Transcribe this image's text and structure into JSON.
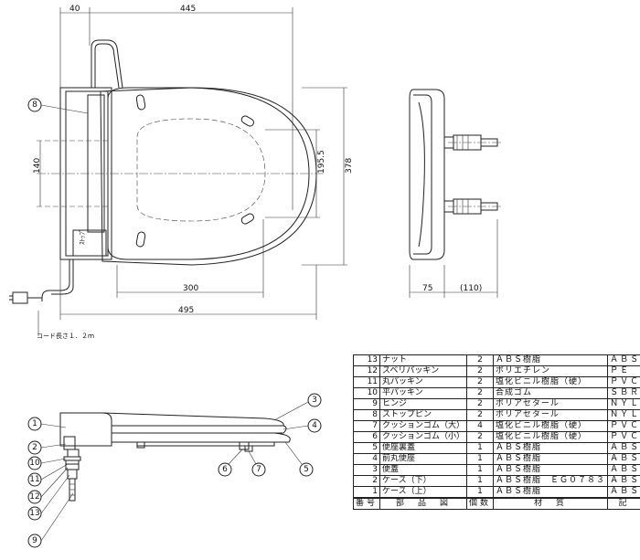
{
  "dimensions": {
    "d40": "40",
    "d445": "445",
    "d140": "140",
    "d195_5": "195.5",
    "d378": "378",
    "d300": "300",
    "d495": "495",
    "d75": "75",
    "d110": "(110)",
    "cord": "コード長さ１．２ｍ"
  },
  "callouts": {
    "c1": "1",
    "c2": "2",
    "c3": "3",
    "c4": "4",
    "c5": "5",
    "c6": "6",
    "c7": "7",
    "c8_top": "8",
    "c9": "9",
    "c10": "10",
    "c11": "11",
    "c12": "12",
    "c13": "13"
  },
  "panel_label": "ｽﾄｯﾌﾟ",
  "parts_table": {
    "rows": [
      {
        "no": "13",
        "name": "ナット",
        "qty": "2",
        "material": "ＡＢＳ樹脂",
        "code": "ＡＢＳ"
      },
      {
        "no": "12",
        "name": "スベリパッキン",
        "qty": "2",
        "material": "ポリエチレン",
        "code": "ＰＥ"
      },
      {
        "no": "11",
        "name": "丸パッキン",
        "qty": "2",
        "material": "塩化ビニル樹脂（硬）",
        "code": "ＰＶＣ"
      },
      {
        "no": "10",
        "name": "平パッキン",
        "qty": "2",
        "material": "合成ゴム",
        "code": "ＳＢＲ"
      },
      {
        "no": "9",
        "name": "ヒンジ",
        "qty": "2",
        "material": "ポリアセタール",
        "code": "ＮＹＬＯＮ"
      },
      {
        "no": "8",
        "name": "ストップピン",
        "qty": "2",
        "material": "ポリアセタール",
        "code": "ＮＹＬＯＮ"
      },
      {
        "no": "7",
        "name": "クッションゴム（大）",
        "qty": "4",
        "material": "塩化ビニル樹脂（硬）",
        "code": "ＰＶＣ"
      },
      {
        "no": "6",
        "name": "クッションゴム（小）",
        "qty": "2",
        "material": "塩化ビニル樹脂（硬）",
        "code": "ＰＶＣ"
      },
      {
        "no": "5",
        "name": "便座裏蓋",
        "qty": "1",
        "material": "ＡＢＳ樹脂",
        "code": "ＡＢＳ"
      },
      {
        "no": "4",
        "name": "前丸便座",
        "qty": "1",
        "material": "ＡＢＳ樹脂",
        "code": "ＡＢＳ"
      },
      {
        "no": "3",
        "name": "便蓋",
        "qty": "1",
        "material": "ＡＢＳ樹脂",
        "code": "ＡＢＳ"
      },
      {
        "no": "2",
        "name": "ケース（下）",
        "qty": "1",
        "material": "ＡＢＳ樹脂　ＥＧ０７８３",
        "code": "ＡＢＳ"
      },
      {
        "no": "1",
        "name": "ケース（上）",
        "qty": "1",
        "material": "ＡＢＳ樹脂",
        "code": "ＡＢＳ"
      }
    ],
    "header": {
      "no": "番号",
      "name": "部　品　図",
      "qty": "個数",
      "material": "材　質",
      "code": "記　号"
    }
  }
}
